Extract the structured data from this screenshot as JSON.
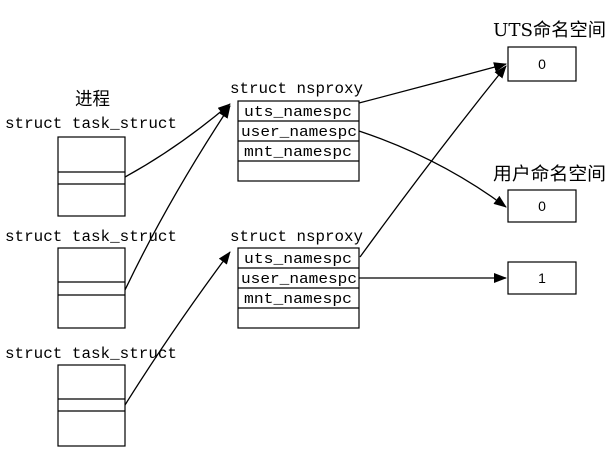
{
  "process_label": "进程",
  "tasks": [
    {
      "label": "struct task_struct"
    },
    {
      "label": "struct task_struct"
    },
    {
      "label": "struct task_struct"
    }
  ],
  "nsproxies": [
    {
      "label": "struct nsproxy",
      "fields": [
        "uts_namespc",
        "user_namespc",
        "mnt_namespc"
      ]
    },
    {
      "label": "struct nsproxy",
      "fields": [
        "uts_namespc",
        "user_namespc",
        "mnt_namespc"
      ]
    }
  ],
  "uts_namespace": {
    "title": "UTS命名空间",
    "instances": [
      "0"
    ]
  },
  "user_namespace": {
    "title": "用户命名空间",
    "instances": [
      "0",
      "1"
    ]
  }
}
